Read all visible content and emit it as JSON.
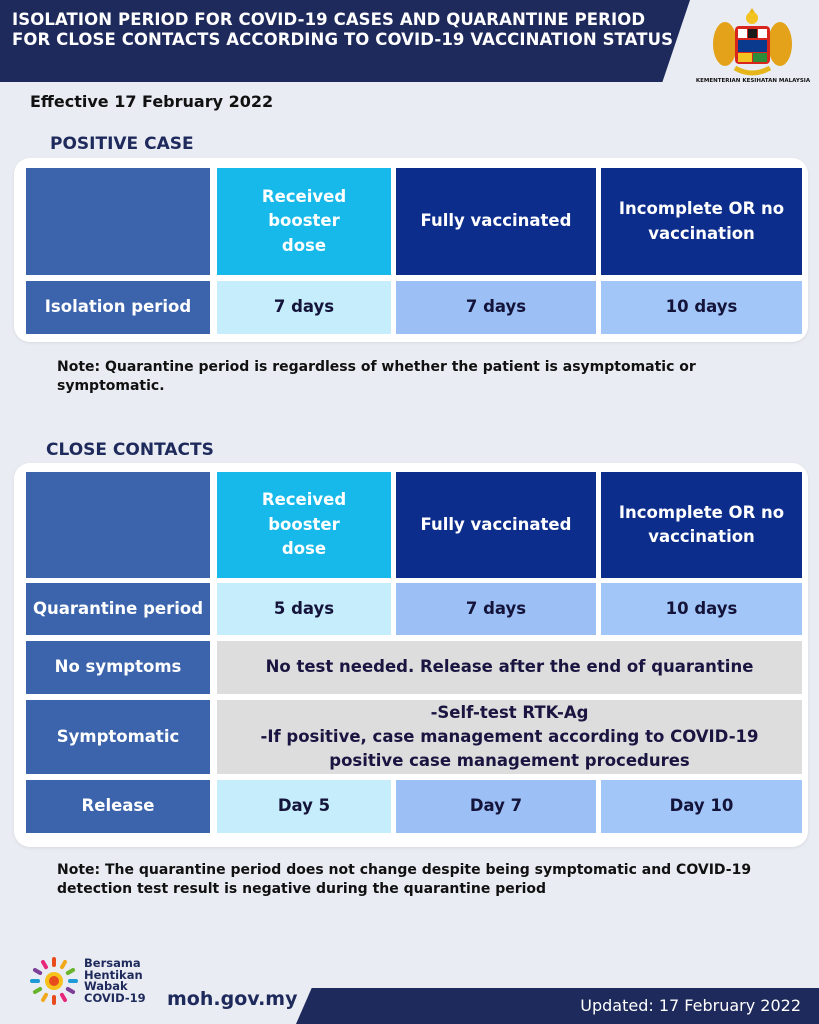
{
  "header": {
    "title": "ISOLATION PERIOD FOR COVID-19 CASES AND QUARANTINE PERIOD FOR CLOSE CONTACTS ACCORDING TO COVID-19 VACCINATION STATUS",
    "ministry": "KEMENTERIAN KESIHATAN MALAYSIA",
    "effective": "Effective 17 February 2022"
  },
  "positive": {
    "title": "POSITIVE CASE",
    "col_booster": "Received booster dose",
    "col_full": "Fully vaccinated",
    "col_incomplete": "Incomplete OR no vaccination",
    "row_label": "Isolation period",
    "val_booster": "7 days",
    "val_full": "7 days",
    "val_incomplete": "10 days",
    "note": "Note: Quarantine period is regardless of whether the patient is asymptomatic or symptomatic."
  },
  "contacts": {
    "title": "CLOSE CONTACTS",
    "col_booster": "Received booster dose",
    "col_full": "Fully vaccinated",
    "col_incomplete": "Incomplete OR no vaccination",
    "quarantine_label": "Quarantine period",
    "quarantine_booster": "5 days",
    "quarantine_full": "7 days",
    "quarantine_incomplete": "10 days",
    "nosym_label": "No symptoms",
    "nosym_value": "No test needed. Release after the end of quarantine",
    "sym_label": "Symptomatic",
    "sym_line1": "-Self-test RTK-Ag",
    "sym_line2": "-If positive, case management according to COVID-19",
    "sym_line3": "positive case management procedures",
    "release_label": "Release",
    "release_booster": "Day 5",
    "release_full": "Day 7",
    "release_incomplete": "Day 10",
    "note": "Note: The quarantine period does not change despite being symptomatic and COVID-19 detection test result is negative during the quarantine period"
  },
  "footer": {
    "logo_line1": "Bersama",
    "logo_line2": "Hentikan",
    "logo_line3": "Wabak",
    "logo_line4": "COVID-19",
    "url": "moh.gov.my",
    "updated": "Updated: 17 February 2022"
  }
}
